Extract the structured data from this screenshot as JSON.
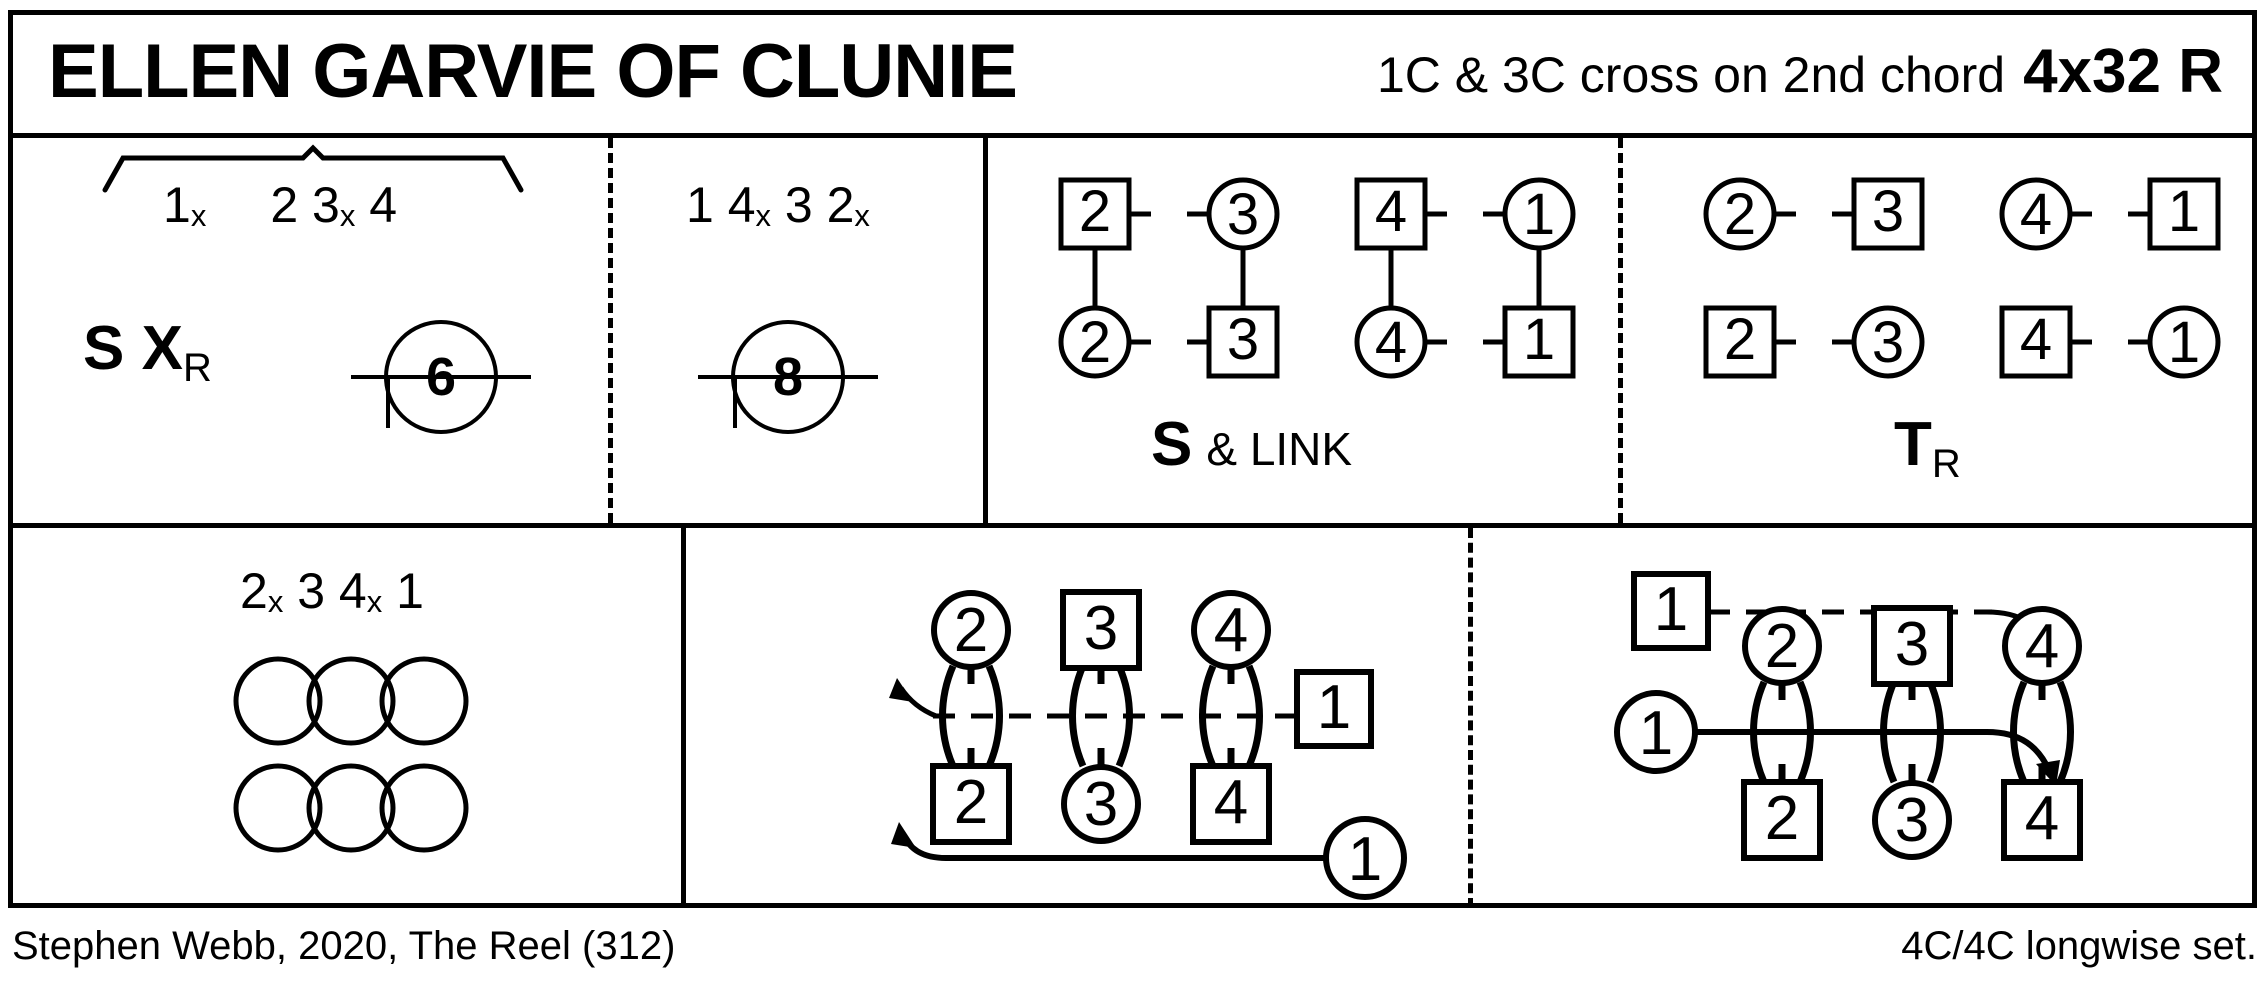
{
  "header": {
    "title": "ELLEN GARVIE OF CLUNIE",
    "cross_note": "1C & 3C cross on 2nd chord",
    "bars": "4x32 R"
  },
  "footer": {
    "credit": "Stephen Webb, 2020, The Reel (312)",
    "set": "4C/4C longwise set."
  },
  "cells": {
    "c1": {
      "positions_left": "1",
      "positions_left_x": "x",
      "positions_right": "2 3",
      "positions_right_x": "x",
      "positions_right_tail": " 4",
      "figure_main": "S X",
      "figure_sub": "R",
      "bars_count": "6"
    },
    "c2": {
      "positions": "1 4",
      "positions_x1": "x",
      "positions_mid": " 3 2",
      "positions_x2": "x",
      "bars_count": "8"
    },
    "c3": {
      "label_big": "S",
      "label_small": "& LINK",
      "top_row": [
        {
          "num": "2",
          "shape": "square",
          "tick": "right"
        },
        {
          "num": "3",
          "shape": "circle",
          "tick": "left"
        },
        {
          "num": "4",
          "shape": "square",
          "tick": "right"
        },
        {
          "num": "1",
          "shape": "circle",
          "tick": "left"
        }
      ],
      "bottom_row": [
        {
          "num": "2",
          "shape": "circle",
          "tick": "right"
        },
        {
          "num": "3",
          "shape": "square",
          "tick": "left"
        },
        {
          "num": "4",
          "shape": "circle",
          "tick": "right"
        },
        {
          "num": "1",
          "shape": "square",
          "tick": "left"
        }
      ]
    },
    "c4": {
      "label_big": "T",
      "label_sub": "R",
      "top_row": [
        {
          "num": "2",
          "shape": "circle",
          "tick": "right"
        },
        {
          "num": "3",
          "shape": "square",
          "tick": "left"
        },
        {
          "num": "4",
          "shape": "circle",
          "tick": "right"
        },
        {
          "num": "1",
          "shape": "square",
          "tick": "left"
        }
      ],
      "bottom_row": [
        {
          "num": "2",
          "shape": "square",
          "tick": "right"
        },
        {
          "num": "3",
          "shape": "circle",
          "tick": "left"
        },
        {
          "num": "4",
          "shape": "square",
          "tick": "right"
        },
        {
          "num": "1",
          "shape": "circle",
          "tick": "left"
        }
      ]
    },
    "c5": {
      "positions_a": "2",
      "positions_ax": "x",
      "positions_b": " 3 4",
      "positions_bx": "x",
      "positions_c": " 1",
      "circles_rows": 2,
      "circles_per_row": 3
    },
    "c6": {
      "set_pairs": [
        {
          "top_num": "2",
          "top_shape": "circle",
          "bottom_num": "2",
          "bottom_shape": "square"
        },
        {
          "top_num": "3",
          "top_shape": "square",
          "bottom_num": "3",
          "bottom_shape": "circle"
        },
        {
          "top_num": "4",
          "top_shape": "circle",
          "bottom_num": "4",
          "bottom_shape": "square"
        }
      ],
      "travel_dashed": {
        "num": "1",
        "shape": "square"
      },
      "travel_solid": {
        "num": "1",
        "shape": "circle"
      }
    },
    "c7": {
      "set_pairs": [
        {
          "top_num": "2",
          "top_shape": "circle",
          "bottom_num": "2",
          "bottom_shape": "square"
        },
        {
          "top_num": "3",
          "top_shape": "square",
          "bottom_num": "3",
          "bottom_shape": "circle"
        },
        {
          "top_num": "4",
          "top_shape": "circle",
          "bottom_num": "4",
          "bottom_shape": "square"
        }
      ],
      "travel_dashed": {
        "num": "1",
        "shape": "square"
      },
      "travel_solid": {
        "num": "1",
        "shape": "circle"
      }
    }
  }
}
